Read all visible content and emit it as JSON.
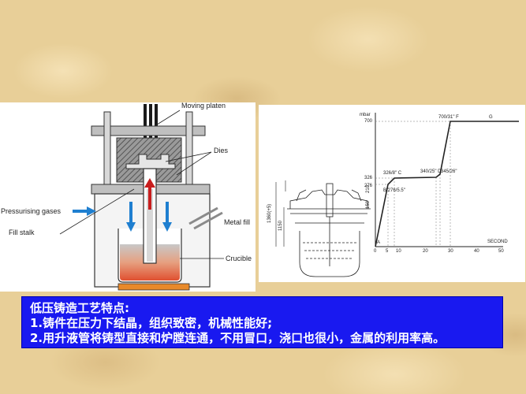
{
  "left_diagram": {
    "labels": {
      "moving_platen": "Moving platen",
      "dies": "Dies",
      "pressurising_gases": "Pressurising gases",
      "fill_stalk": "Fill stalk",
      "metal_fill": "Metal fill",
      "crucible": "Crucible"
    },
    "colors": {
      "arrow_blue": "#1f7fd0",
      "arrow_red": "#c81e1e",
      "hot_metal": "#e05030"
    }
  },
  "right_diagram": {
    "axis_labels": {
      "y_unit": "mbar",
      "x_unit": "SECOND"
    },
    "y_ticks": [
      "700",
      "326",
      "276",
      "210",
      "150"
    ],
    "side_labels": [
      "1360(+5)",
      "1150"
    ],
    "x_ticks": [
      "0",
      "5",
      "10",
      "20",
      "30",
      "40",
      "50"
    ],
    "point_labels": {
      "a": "A",
      "b": "B 276/5.5\"",
      "c": "326/8\" C",
      "d": "340/25\" D",
      "e": "345/26\"",
      "f": "700/31\" F",
      "g": "G"
    }
  },
  "info": {
    "title": "低压铸造工艺特点:",
    "point1": "1.铸件在压力下结晶，组织致密，机械性能好;",
    "point2": "2.用升液管将铸型直接和炉膛连通，不用冒口，浇口也很小，金属的利用率高。"
  }
}
